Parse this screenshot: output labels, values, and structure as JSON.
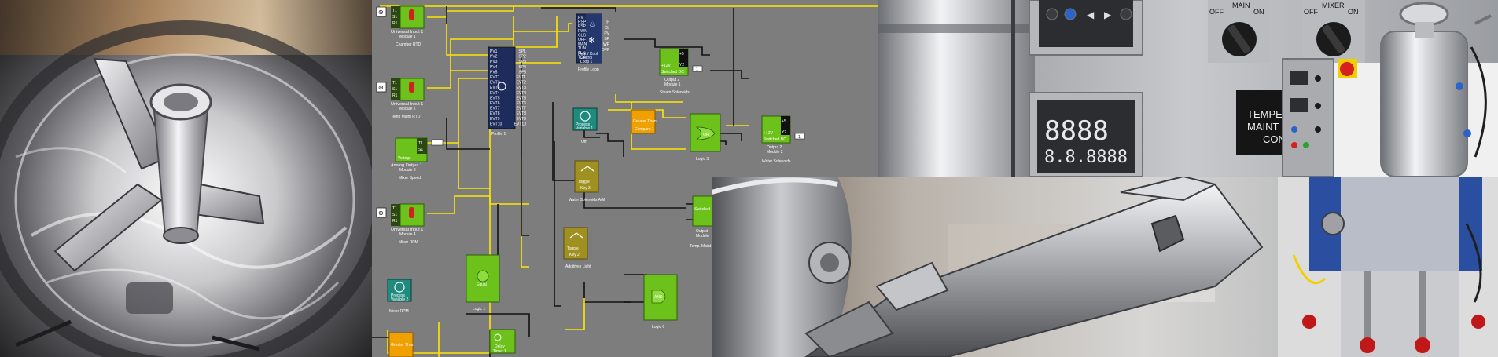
{
  "diagram": {
    "blocks": [
      {
        "id": "ui1",
        "title": "Universal Input 1",
        "sub": "Module 1",
        "caption": "Chamber RTD",
        "pins": [
          "T1",
          "S1",
          "R1"
        ]
      },
      {
        "id": "ui2",
        "title": "Universal Input 1",
        "sub": "Module 2",
        "caption": "Temp Maint RTD",
        "pins": [
          "T1",
          "S1",
          "R1"
        ]
      },
      {
        "id": "ao1",
        "title": "Analog Output 1",
        "sub": "Module 3",
        "caption": "Mixer Speed",
        "pins": [
          "T1",
          "S1"
        ],
        "func": "Voltage"
      },
      {
        "id": "ui4",
        "title": "Universal Input 1",
        "sub": "Module 4",
        "caption": "Mixer RPM",
        "pins": [
          "T1",
          "S1",
          "R1"
        ]
      },
      {
        "id": "pv2",
        "title": "Process",
        "sub": "Variable 2",
        "caption": "Mixer RPM"
      },
      {
        "id": "prof",
        "caption": "Profile 1",
        "pins_left": [
          "PV1",
          "PV2",
          "PV3",
          "PV4",
          "PV5",
          "EVT1",
          "EVT2",
          "EVT3",
          "EVT4",
          "EVT5",
          "EVT6",
          "EVT7",
          "EVT8",
          "EVT9",
          "EVT10"
        ],
        "pins_right": [
          "SP1",
          "SP2",
          "SP3",
          "SP4",
          "SP5",
          "EVT1",
          "EVT2",
          "EVT3",
          "EVT4",
          "EVT5",
          "EVT6",
          "EVT7",
          "EVT8",
          "EVT9",
          "EVT10"
        ]
      },
      {
        "id": "loop",
        "title": "Heat / Cool",
        "sub": "Control",
        "sub2": "Loop 1",
        "caption": "Profile Loop",
        "pins_left": [
          "PV",
          "RSP",
          "PSP",
          "RWN",
          "CLG",
          "OFF",
          "MAN",
          "TUN",
          "TLN",
          "TCA"
        ],
        "pins_right": [
          "H",
          "CL",
          "PV",
          "SP",
          "WP",
          "OFF"
        ]
      },
      {
        "id": "out2",
        "title": "Switched DC",
        "sub": "Output 2",
        "sub2": "Module 1",
        "caption": "Steam Solenoids",
        "pins": [
          "+5",
          "+12V",
          "Y2"
        ],
        "value": "1"
      },
      {
        "id": "pv1",
        "title": "Process",
        "sub": "Variable 1",
        "caption": "Off"
      },
      {
        "id": "cmp",
        "title": "Greater Than",
        "sub": "Compare 1"
      },
      {
        "id": "logic3",
        "title": "OR",
        "caption": "Logic 3"
      },
      {
        "id": "out2b",
        "title": "Switched DC",
        "sub": "Output 2",
        "sub2": "Module 2",
        "caption": "Water Solenoids",
        "pins": [
          "+5",
          "+12V",
          "Y2"
        ],
        "value": "1"
      },
      {
        "id": "key3",
        "title": "Toggle",
        "sub": "Key 3",
        "caption": "Water Solenoids A/M"
      },
      {
        "id": "outc",
        "title": "Switched DC",
        "sub": "Output",
        "sub2": "Module",
        "caption": "Temp. Maint"
      },
      {
        "id": "logic1",
        "title": "Equal",
        "caption": "Logic 1"
      },
      {
        "id": "key2",
        "title": "Toggle",
        "sub": "Key 2",
        "caption": "Additives Light"
      },
      {
        "id": "logic6",
        "title": "AND",
        "caption": "Logic 6"
      },
      {
        "id": "timer1",
        "title": "Delay",
        "sub": "Timer 1"
      },
      {
        "id": "cmp2",
        "title": "Greater Than"
      }
    ]
  },
  "panel": {
    "segment_upper": "8888",
    "segment_lower": "8.8.8888",
    "main_switch": {
      "label": "MAIN",
      "off": "OFF",
      "on": "ON"
    },
    "mixer_switch": {
      "label": "MIXER",
      "off": "OFF",
      "on": "ON"
    },
    "plate_text": [
      "TEMPE",
      "MAINT",
      "CON"
    ]
  },
  "colors": {
    "diagram_bg": "#7d7d7d",
    "wire_yellow": "#ffe600",
    "wire_black": "#111111",
    "block_green": "#6cc21a",
    "block_orange": "#f0a000",
    "block_teal": "#1f8a7e",
    "block_olive": "#a09020",
    "block_navy": "#1d2c5a"
  }
}
